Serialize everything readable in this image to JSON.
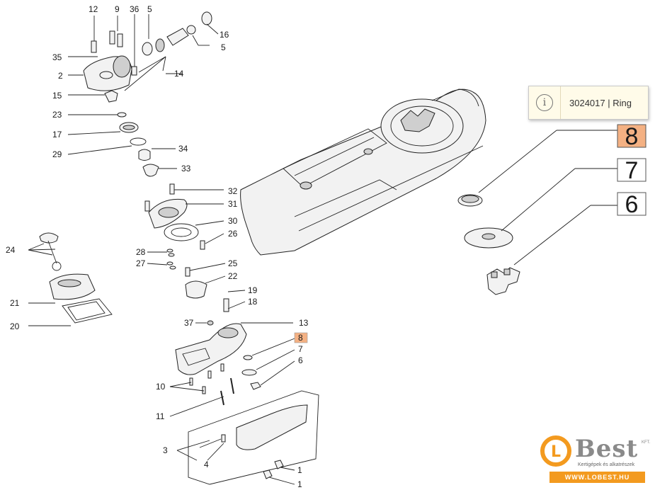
{
  "tooltip": {
    "icon": "info-icon",
    "text": "3024017 | Ring"
  },
  "callouts": {
    "c8": "8",
    "c7": "7",
    "c6": "6"
  },
  "labels": {
    "l12": "12",
    "l9": "9",
    "l36": "36",
    "l5a": "5",
    "l16": "16",
    "l5b": "5",
    "l35": "35",
    "l2": "2",
    "l14": "14",
    "l15": "15",
    "l23": "23",
    "l17": "17",
    "l29": "29",
    "l34": "34",
    "l33": "33",
    "l32": "32",
    "l31": "31",
    "l30": "30",
    "l26": "26",
    "l24": "24",
    "l28": "28",
    "l27": "27",
    "l25": "25",
    "l22": "22",
    "l21": "21",
    "l19": "19",
    "l18": "18",
    "l20": "20",
    "l37": "37",
    "l13": "13",
    "l8": "8",
    "l7": "7",
    "l6": "6",
    "l10": "10",
    "l11": "11",
    "l3": "3",
    "l4": "4",
    "l1a": "1",
    "l1b": "1"
  },
  "highlight_color": "#f4b183",
  "logo": {
    "word": "Best",
    "letter": "L",
    "suffix": "KFT.",
    "tagline": "Kertigépek és alkatrészek",
    "url": "WWW.LOBEST.HU",
    "accent": "#f39a1f"
  }
}
